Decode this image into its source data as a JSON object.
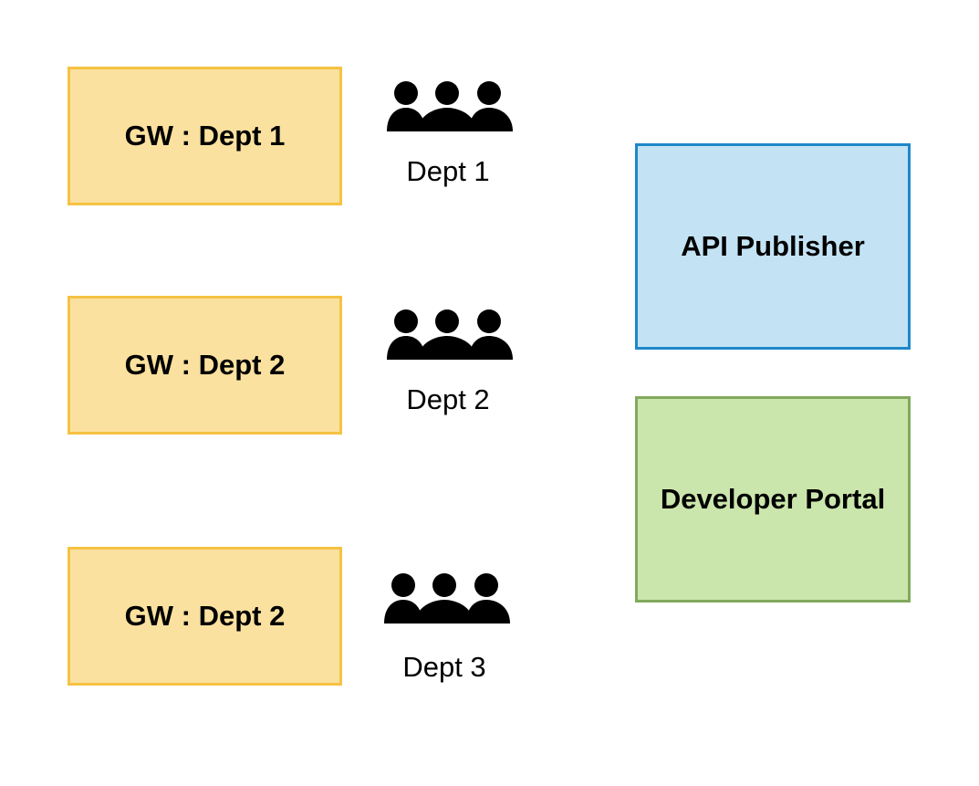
{
  "colors": {
    "gateway_fill": "#FBE19F",
    "gateway_border": "#F5C242",
    "publisher_fill": "#C3E3F5",
    "publisher_border": "#1E87C8",
    "portal_fill": "#CBE6AC",
    "portal_border": "#82A95C",
    "icon": "#000000"
  },
  "gateways": [
    {
      "label": "GW : Dept 1"
    },
    {
      "label": "GW : Dept 2"
    },
    {
      "label": "GW : Dept 2"
    }
  ],
  "groups": [
    {
      "icon": "people-group-icon",
      "label": "Dept 1"
    },
    {
      "icon": "people-group-icon",
      "label": "Dept 2"
    },
    {
      "icon": "people-group-icon",
      "label": "Dept 3"
    }
  ],
  "services": {
    "publisher": {
      "label": "API Publisher"
    },
    "portal": {
      "label": "Developer Portal"
    }
  }
}
